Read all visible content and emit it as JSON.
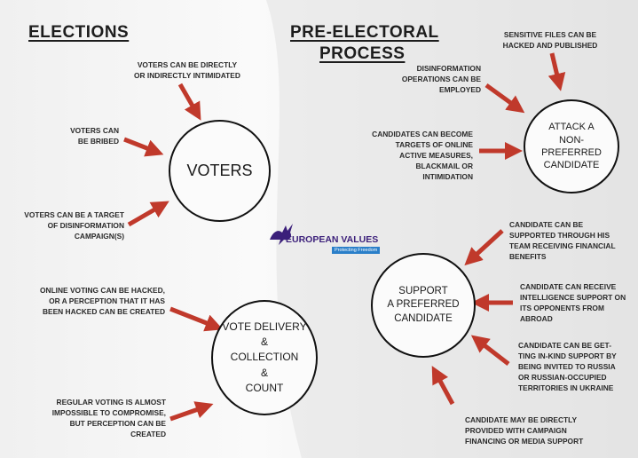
{
  "headings": {
    "elections": "ELECTIONS",
    "pre_electoral_line1": "PRE-ELECTORAL",
    "pre_electoral_line2": "PROCESS"
  },
  "circles": {
    "voters": "VOTERS",
    "vote_delivery": "VOTE DELIVERY\n&\nCOLLECTION\n&\nCOUNT",
    "attack": "ATTACK A\nNON-\nPREFERRED\nCANDIDATE",
    "support": "SUPPORT\nA PREFERRED\nCANDIDATE"
  },
  "labels": {
    "intimidated": "VOTERS CAN BE DIRECTLY\nOR INDIRECTLY INTIMIDATED",
    "bribed": "VOTERS CAN\nBE BRIBED",
    "disinfo_target": "VOTERS CAN BE A TARGET\nOF DISINFORMATION\nCAMPAIGN(S)",
    "online_voting": "ONLINE VOTING CAN BE HACKED,\nOR A PERCEPTION THAT IT HAS\nBEEN HACKED CAN BE CREATED",
    "regular_voting": "REGULAR VOTING IS ALMOST\nIMPOSSIBLE TO COMPROMISE,\nBUT PERCEPTION CAN BE\nCREATED",
    "sensitive_files": "SENSITIVE FILES CAN BE\nHACKED AND PUBLISHED",
    "disinfo_ops": "DISINFORMATION\nOPERATIONS CAN BE\nEMPLOYED",
    "active_measures": "CANDIDATES CAN BECOME\nTARGETS OF ONLINE\nACTIVE MEASURES,\nBLACKMAIL OR\nINTIMIDATION",
    "team_benefits": "CANDIDATE CAN BE\nSUPPORTED THROUGH HIS\nTEAM RECEIVING FINANCIAL\nBENEFITS",
    "intelligence": "CANDIDATE CAN RECEIVE\nINTELLIGENCE SUPPORT ON\nITS OPPONENTS FROM\nABROAD",
    "in_kind": "CANDIDATE CAN BE GET-\nTING IN-KIND SUPPORT BY\nBEING INVITED TO RUSSIA\nOR RUSSIAN-OCCUPIED\nTERRITORIES IN UKRAINE",
    "campaign_financing": "CANDIDATE MAY BE DIRECTLY\nPROVIDED WITH CAMPAIGN\nFINANCING OR MEDIA SUPPORT"
  },
  "logo": {
    "title": "EUROPEAN VALUES",
    "subtitle": "Protecting Freedom"
  },
  "colors": {
    "arrow": "#c0392b",
    "logo_purple": "#3b1f7a",
    "logo_blue": "#2a7fc9"
  }
}
